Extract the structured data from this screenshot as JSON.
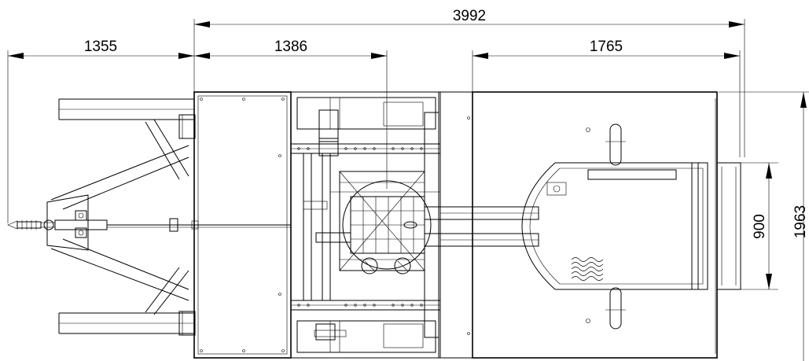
{
  "dimensions": {
    "overall_length": "3992",
    "drawbar_length": "1355",
    "front_section": "1386",
    "rear_section": "1765",
    "platform_width": "900",
    "overall_width": "1963"
  }
}
